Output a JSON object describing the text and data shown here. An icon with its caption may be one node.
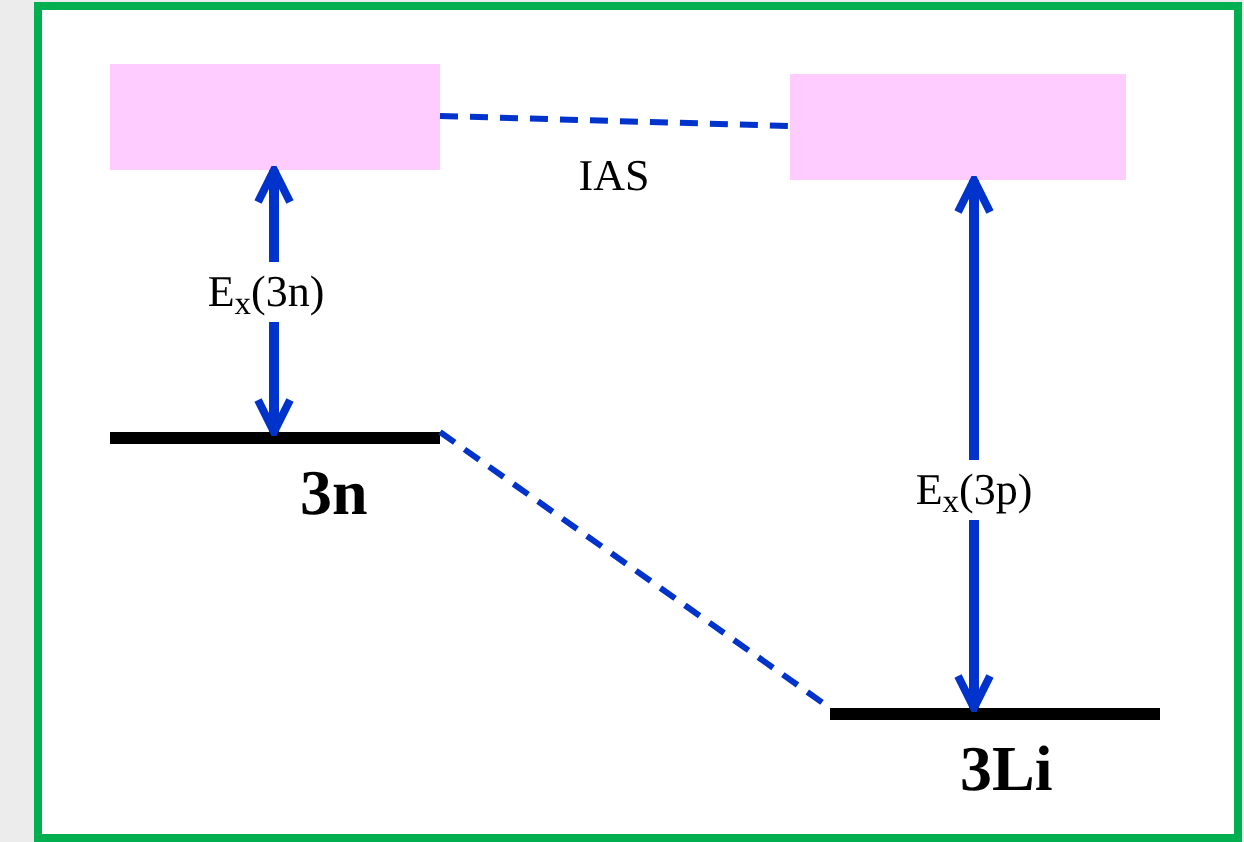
{
  "diagram": {
    "nodes": [
      {
        "text": [],
        "shape": "box"
      },
      {
        "text": [],
        "shape": "box"
      },
      {
        "text": [],
        "shape": "bar",
        "beside": [
          "3n"
        ]
      },
      {
        "text": [],
        "shape": "bar",
        "beside": [
          "3Li"
        ]
      }
    ],
    "edges": [
      {
        "from": 0,
        "to": 1,
        "arrow": "none",
        "style": "dashed",
        "label": "IAS"
      },
      {
        "from": 2,
        "to": 3,
        "arrow": "none",
        "style": "dashed"
      },
      {
        "from": 2,
        "to": 0,
        "arrow": "both",
        "label": "E$_{x}$(3n)"
      },
      {
        "from": 3,
        "to": 1,
        "arrow": "both",
        "label": "E$_{x}$(3p)"
      }
    ]
  }
}
